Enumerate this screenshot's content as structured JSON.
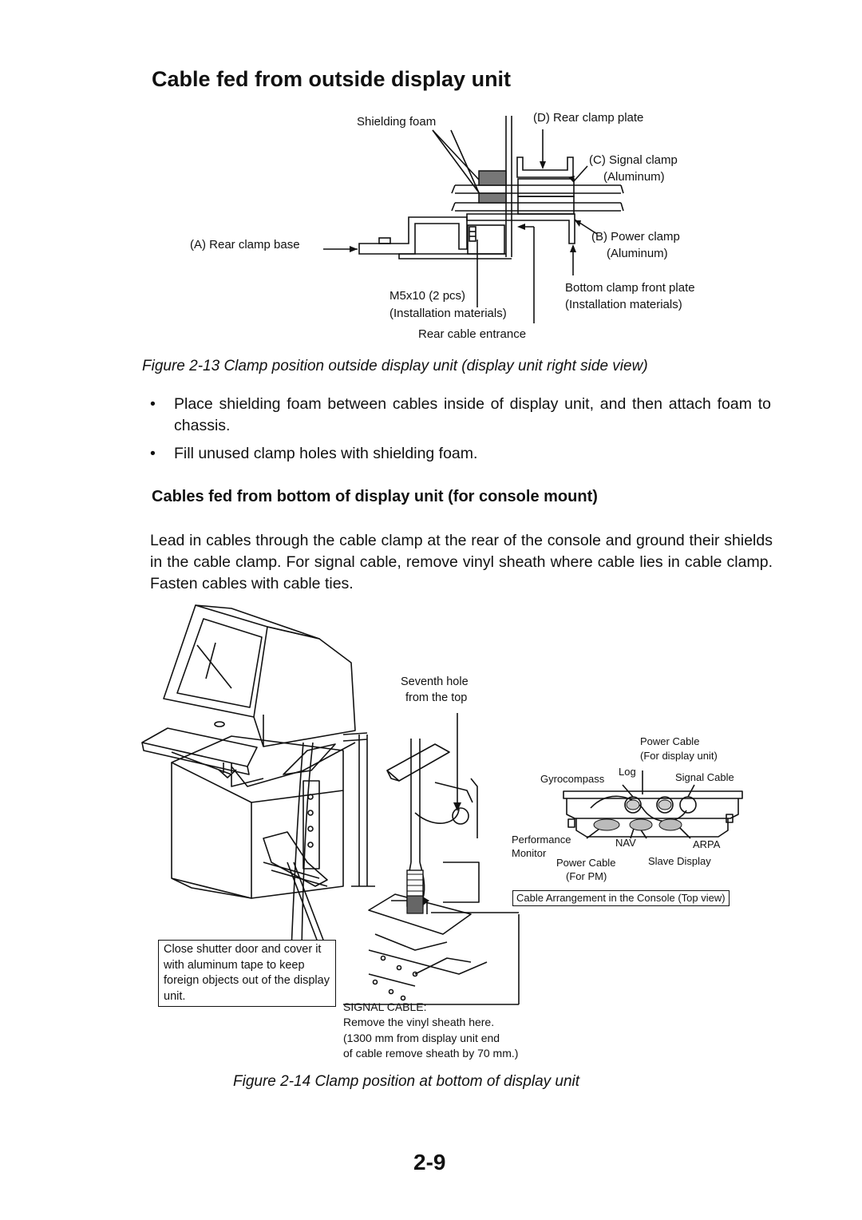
{
  "section_title": "Cable fed from outside display unit",
  "fig13": {
    "labels": {
      "shielding_foam": "Shielding foam",
      "rear_clamp_plate": "(D) Rear clamp plate",
      "signal_clamp": "(C) Signal clamp",
      "signal_clamp_material": "(Aluminum)",
      "rear_clamp_base": "(A) Rear clamp base",
      "power_clamp": "(B) Power clamp",
      "power_clamp_material": "(Aluminum)",
      "m5x10": "M5x10 (2 pcs)",
      "m5x10_note": "(Installation materials)",
      "bottom_clamp": "Bottom clamp front plate",
      "bottom_clamp_note": "(Installation materials)",
      "rear_cable_entrance": "Rear cable entrance"
    },
    "caption": "Figure 2-13 Clamp position outside display unit (display unit right side view)"
  },
  "bullets": [
    "Place shielding foam between cables inside of display unit, and then attach foam to chassis.",
    "Fill unused clamp holes with shielding foam."
  ],
  "bullet_symbol": "•",
  "subsection_title": "Cables fed from bottom of display unit (for console mount)",
  "paragraph": "Lead in cables through the cable clamp at the rear of the console and ground their shields in the cable clamp. For signal cable, remove vinyl sheath where cable lies in cable clamp. Fasten cables with cable ties.",
  "fig14": {
    "labels": {
      "seventh_hole_1": "Seventh hole",
      "seventh_hole_2": "from the top",
      "power_cable_display_1": "Power Cable",
      "power_cable_display_2": "(For display unit)",
      "gyrocompass": "Gyrocompass",
      "log": "Log",
      "signal_cable": "Signal Cable",
      "performance": "Performance",
      "monitor": "Monitor",
      "nav": "NAV",
      "arpa": "ARPA",
      "power_cable_pm_1": "Power Cable",
      "power_cable_pm_2": "(For PM)",
      "slave_display": "Slave Display",
      "cable_arrangement": "Cable Arrangement in the Console (Top view)",
      "shutter_note": "Close shutter door and cover it with aluminum tape to keep foreign objects out of the display unit.",
      "signal_cable_note_title": "SIGNAL CABLE:",
      "signal_cable_note_1": "Remove the vinyl sheath here.",
      "signal_cable_note_2": "(1300 mm from display unit end",
      "signal_cable_note_3": "of cable remove sheath by 70 mm.)"
    },
    "caption": "Figure 2-14 Clamp position at bottom of display unit"
  },
  "page_number": "2-9"
}
